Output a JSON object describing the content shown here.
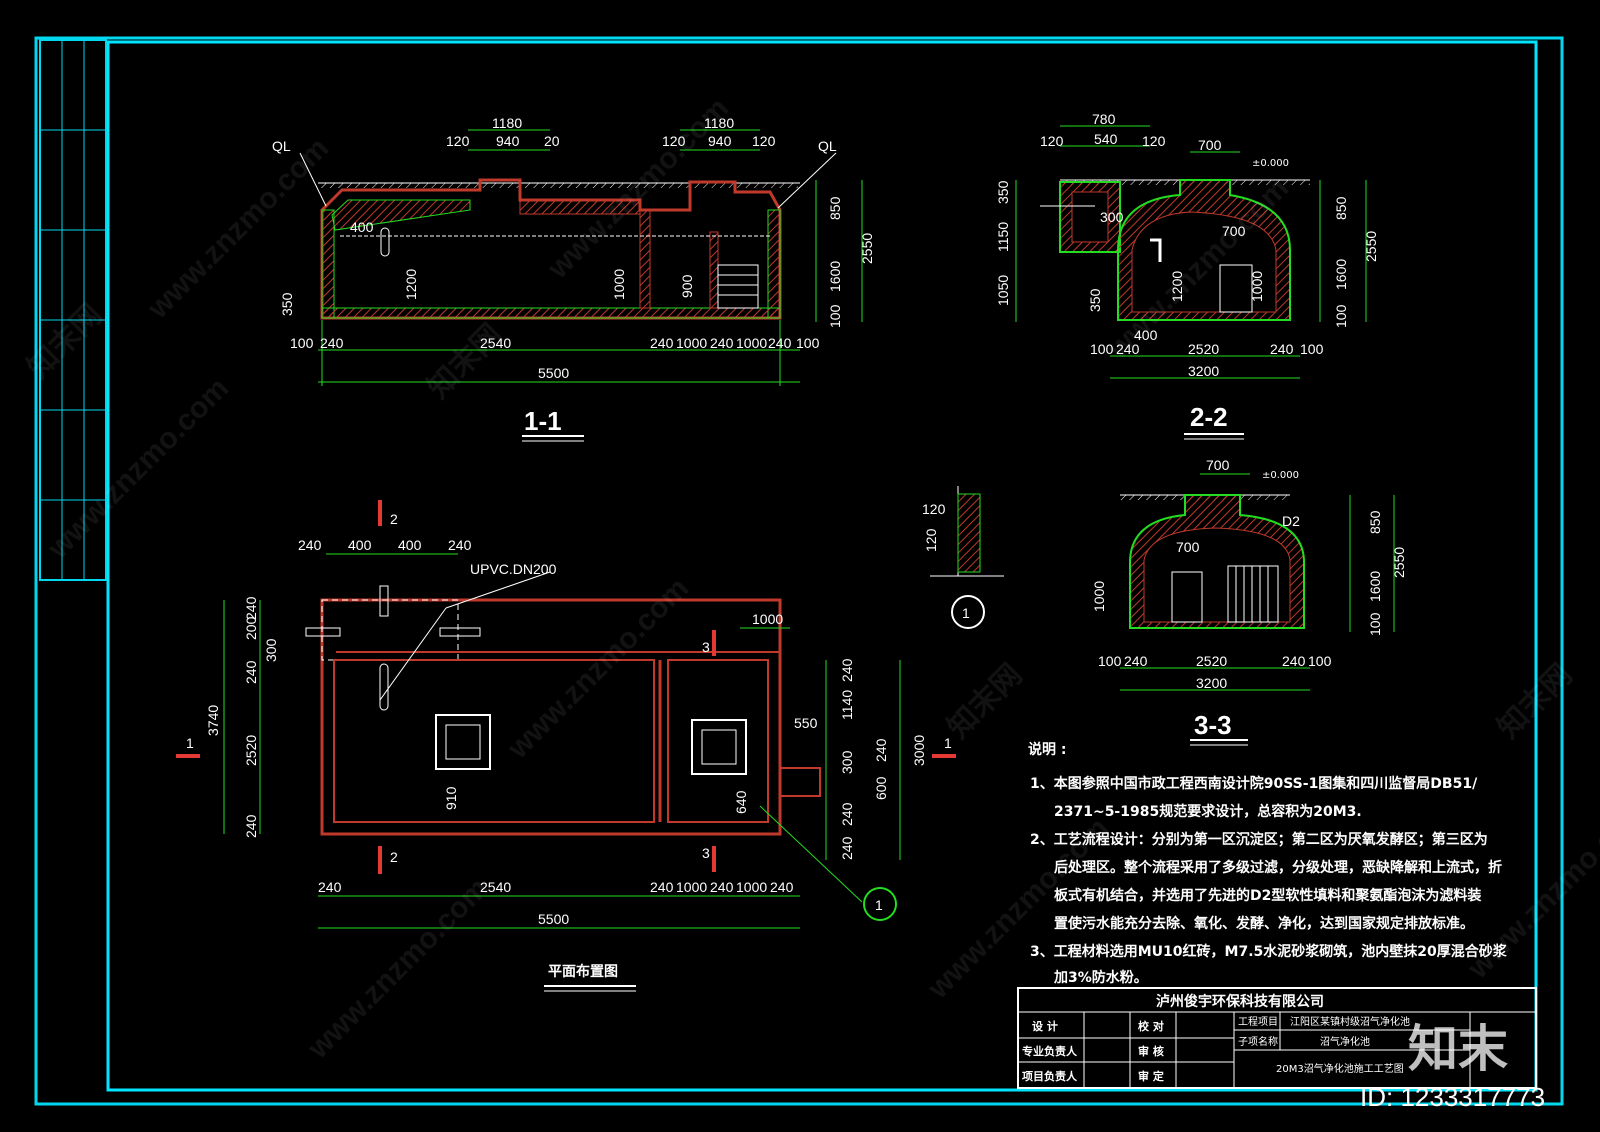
{
  "section_1_1": {
    "title": "1-1",
    "label_ql_left": "QL",
    "label_ql_right": "QL",
    "top_dims": [
      "1180",
      "940",
      "120",
      "20",
      "1180",
      "940",
      "120",
      "120"
    ],
    "bottom_dims": [
      "100",
      "240",
      "2540",
      "240",
      "1000",
      "240",
      "1000",
      "240",
      "100"
    ],
    "total": "5500",
    "inner_dims": [
      "400",
      "1200",
      "1000",
      "900",
      "350"
    ],
    "right_dims": [
      "850",
      "1600",
      "2550",
      "100"
    ]
  },
  "section_2_2": {
    "title": "2-2",
    "top_dims": [
      "780",
      "540",
      "120",
      "120",
      "700"
    ],
    "level": "±0.000",
    "left_dims": [
      "350",
      "1150",
      "1050",
      "350"
    ],
    "inner_dims": [
      "300",
      "700",
      "1200",
      "1000",
      "400"
    ],
    "right_dims": [
      "850",
      "1600",
      "2550",
      "100"
    ],
    "bottom_dims": [
      "100",
      "240",
      "2520",
      "240",
      "100"
    ],
    "total": "3200"
  },
  "section_3_3": {
    "title": "3-3",
    "top_dim": "700",
    "level": "±0.000",
    "label_d2": "D2",
    "inner_dim": "700",
    "left_dim": "1000",
    "right_dims": [
      "850",
      "1600",
      "2550",
      "100"
    ],
    "bottom_dims": [
      "100",
      "240",
      "2520",
      "240",
      "100"
    ],
    "total": "3200"
  },
  "detail_1": {
    "marker": "1",
    "dims": [
      "120",
      "120"
    ]
  },
  "plan": {
    "title": "平面布置图",
    "pipe_label": "UPVC.DN200",
    "top_dims": [
      "240",
      "400",
      "400",
      "240"
    ],
    "dim_1000": "1000",
    "dim_550": "550",
    "left_dims": [
      "240",
      "200",
      "300",
      "240",
      "2520",
      "240",
      "3740"
    ],
    "right_dims": [
      "240",
      "1140",
      "240",
      "300",
      "600",
      "240",
      "240",
      "3000"
    ],
    "inner_dims": [
      "910",
      "640"
    ],
    "bottom_dims": [
      "240",
      "2540",
      "240",
      "1000",
      "240",
      "1000",
      "240"
    ],
    "total": "5500",
    "cut_markers": [
      "2",
      "2",
      "3",
      "3",
      "1",
      "1"
    ],
    "detail_marker": "1"
  },
  "notes": {
    "heading": "说明 :",
    "lines": [
      "1、本图参照中国市政工程西南设计院90SS-1图集和四川监督局DB51/",
      "2371~5-1985规范要求设计，总容积为20M3.",
      "2、工艺流程设计：分别为第一区沉淀区；第二区为厌氧发酵区；第三区为",
      "后处理区。整个流程采用了多级过滤，分级处理，恶缺降解和上流式，折",
      "板式有机结合，并选用了先进的D2型软性填料和聚氨酯泡沫为滤料装",
      "置使污水能充分去除、氧化、发酵、净化，达到国家规定排放标准。",
      "3、工程材料选用MU10红砖，M7.5水泥砂浆砌筑，池内壁抹20厚混合砂浆",
      "加3%防水粉。"
    ]
  },
  "title_block": {
    "company": "泸州俊宇环保科技有限公司",
    "rows": [
      [
        "设 计",
        "校 对"
      ],
      [
        "专业负责人",
        "审 核"
      ],
      [
        "项目负责人",
        "审 定"
      ]
    ],
    "project_label": "工程项目",
    "subitem_label": "子项名称",
    "project_name": "江阳区某镇村级沼气净化池",
    "subitem_name": "沼气净化池",
    "drawing_name": "20M3沼气净化池施工工艺图"
  },
  "watermarks": [
    "www.znzmo.com",
    "知末网"
  ],
  "footer": {
    "logo": "知末",
    "id": "ID: 1233317773"
  },
  "colors": {
    "frame": "#00e5ff",
    "dim_line": "#22dd22",
    "wall": "#c0392b",
    "text": "#ffffff"
  }
}
